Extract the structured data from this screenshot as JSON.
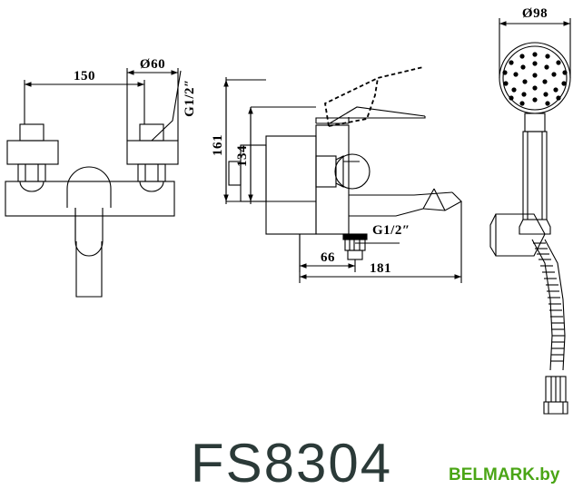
{
  "drawing": {
    "title": "Bath shower mixer technical drawing",
    "model_number": "FS8304",
    "watermark": "BELMARK.by",
    "views": [
      {
        "name": "front-view",
        "label": "Front view of wall mounted bath mixer"
      },
      {
        "name": "side-view",
        "label": "Side section view of bath mixer"
      },
      {
        "name": "shower-view",
        "label": "Hand shower with holder and hose"
      }
    ],
    "dimensions": {
      "front_center_distance": "150",
      "front_inlet_diameter": "Ø60",
      "front_thread": "G1/2″",
      "side_total_height": "161",
      "side_body_height": "134",
      "side_outlet_offset": "66",
      "side_total_projection": "181",
      "side_thread": "G1/2″",
      "shower_head_diameter": "Ø98"
    },
    "colors": {
      "line": "#000000",
      "background": "#ffffff",
      "model_text": "#2b3a38",
      "watermark": "#4aa515"
    }
  }
}
